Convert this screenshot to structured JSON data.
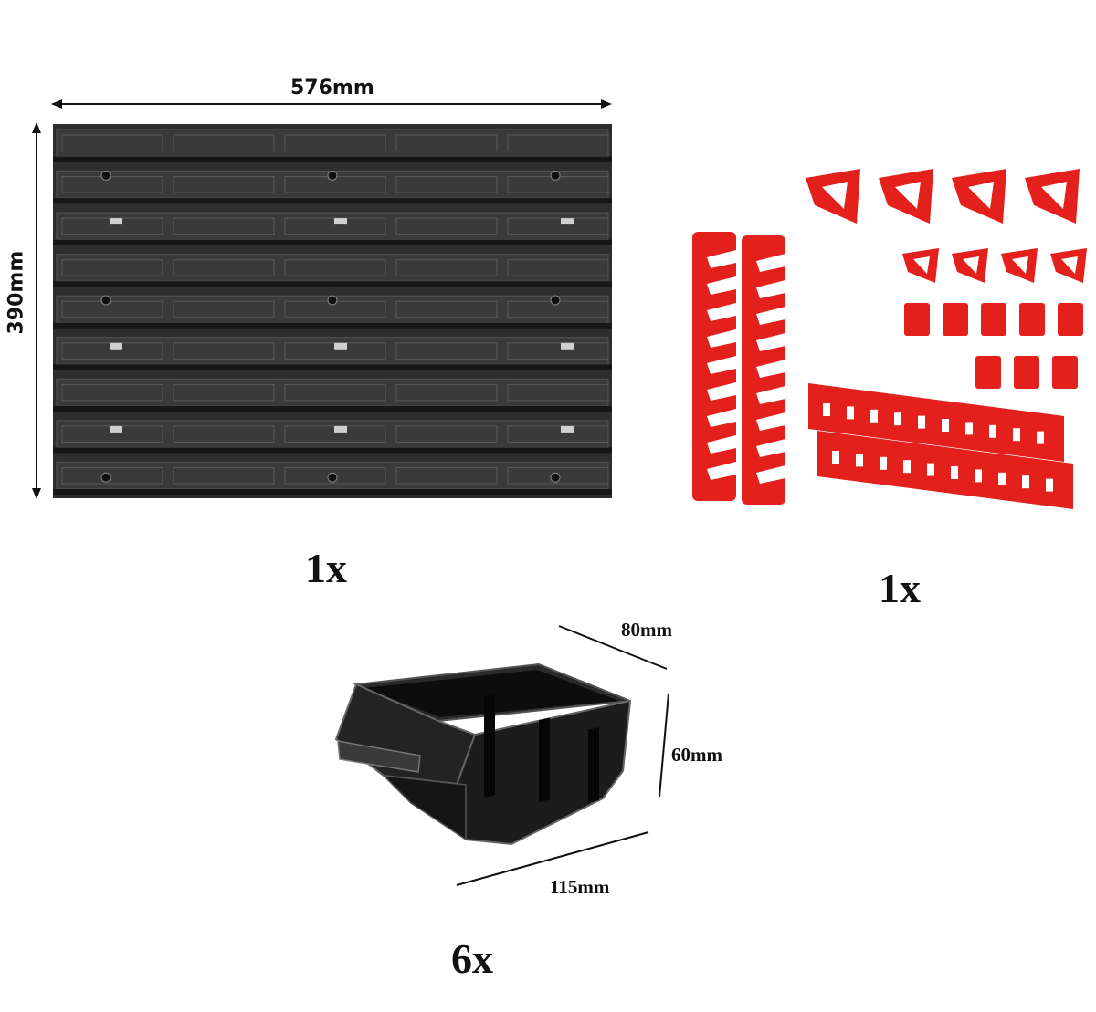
{
  "panel": {
    "width_label": "576mm",
    "height_label": "390mm",
    "quantity": "1x"
  },
  "accessories": {
    "quantity": "1x"
  },
  "bin": {
    "depth_label": "80mm",
    "height_label": "60mm",
    "width_label": "115mm",
    "quantity": "6x"
  },
  "colors": {
    "panel": "#2e2e2e",
    "panel_rib": "#4a4a4a",
    "accessory_red": "#e3201b",
    "bin": "#1c1c1c"
  }
}
